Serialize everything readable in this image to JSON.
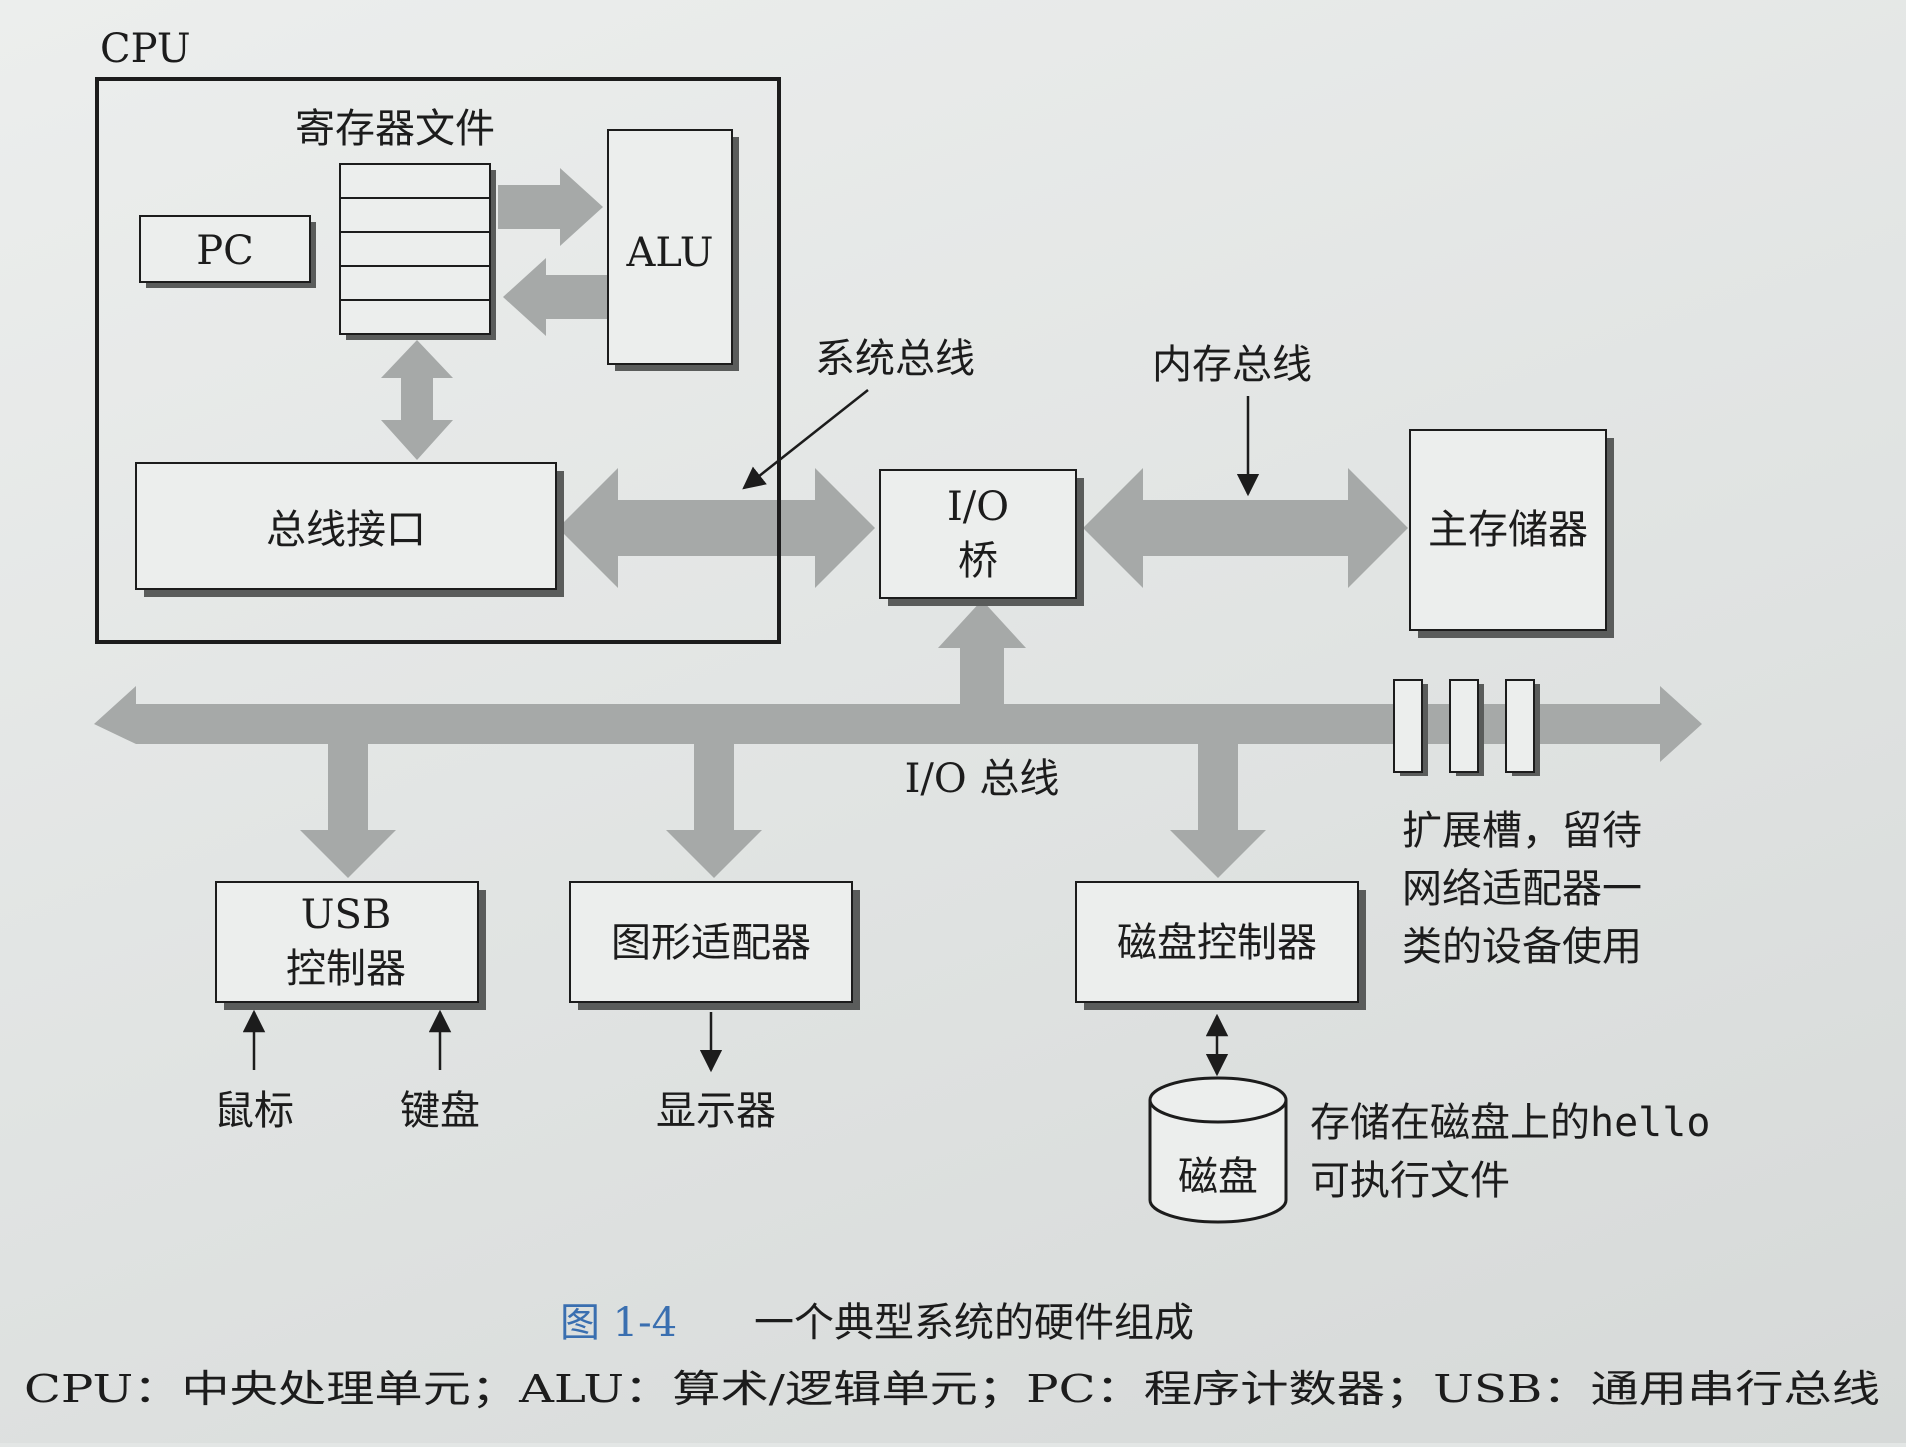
{
  "labels": {
    "cpu": "CPU",
    "register_file": "寄存器文件",
    "pc": "PC",
    "alu": "ALU",
    "bus_interface": "总线接口",
    "system_bus": "系统总线",
    "memory_bus": "内存总线",
    "io_bridge_line1": "I/O",
    "io_bridge_line2": "桥",
    "main_memory": "主存储器",
    "io_bus": "I/O 总线",
    "usb_line1": "USB",
    "usb_line2": "控制器",
    "graphics_adapter": "图形适配器",
    "disk_controller": "磁盘控制器",
    "expansion_line1": "扩展槽，留待",
    "expansion_line2": "网络适配器一",
    "expansion_line3": "类的设备使用",
    "mouse": "鼠标",
    "keyboard": "键盘",
    "display": "显示器",
    "disk": "磁盘",
    "disk_note_prefix": "存储在磁盘上的",
    "disk_note_file": "hello",
    "disk_note_line2": "可执行文件"
  },
  "caption": {
    "number": "图 1-4",
    "title": "一个典型系统的硬件组成"
  },
  "footnote": "CPU：中央处理单元；ALU：算术/逻辑单元；PC：程序计数器；USB：通用串行总线",
  "colors": {
    "bus_gray": "#a6a9a8",
    "box_fill": "#eceeed",
    "ink": "#1c1c1c",
    "caption_blue": "#3a6fb0"
  }
}
